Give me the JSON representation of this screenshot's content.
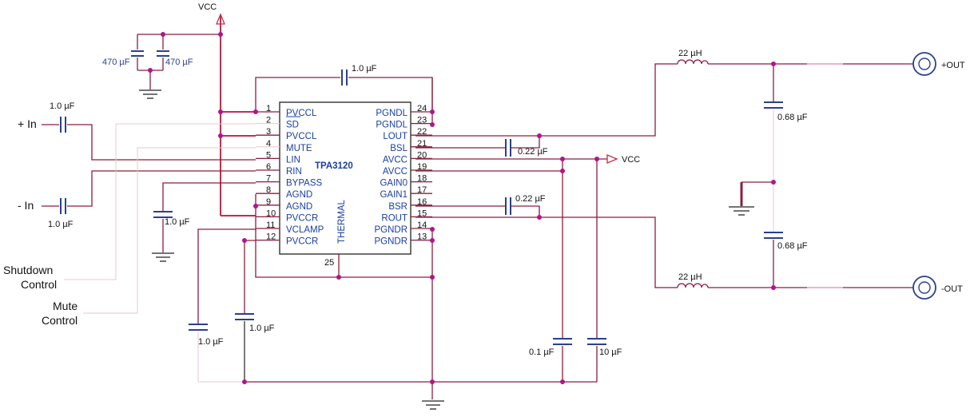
{
  "supply": {
    "vcc_top": "VCC",
    "vcc_right": "VCC"
  },
  "chip": {
    "name": "TPA3120",
    "thermal_label": "THERMAL",
    "thermal_pin": "25",
    "left_pins": [
      {
        "num": "1",
        "name": "PVCCL"
      },
      {
        "num": "2",
        "name": "SD"
      },
      {
        "num": "3",
        "name": "PVCCL"
      },
      {
        "num": "4",
        "name": "MUTE"
      },
      {
        "num": "5",
        "name": "LIN"
      },
      {
        "num": "6",
        "name": "RIN"
      },
      {
        "num": "7",
        "name": "BYPASS"
      },
      {
        "num": "8",
        "name": "AGND"
      },
      {
        "num": "9",
        "name": "AGND"
      },
      {
        "num": "10",
        "name": "PVCCR"
      },
      {
        "num": "11",
        "name": "VCLAMP"
      },
      {
        "num": "12",
        "name": "PVCCR"
      }
    ],
    "right_pins": [
      {
        "num": "24",
        "name": "PGNDL"
      },
      {
        "num": "23",
        "name": "PGNDL"
      },
      {
        "num": "22",
        "name": "LOUT"
      },
      {
        "num": "21",
        "name": "BSL"
      },
      {
        "num": "20",
        "name": "AVCC"
      },
      {
        "num": "19",
        "name": "AVCC"
      },
      {
        "num": "18",
        "name": "GAIN0"
      },
      {
        "num": "17",
        "name": "GAIN1"
      },
      {
        "num": "16",
        "name": "BSR"
      },
      {
        "num": "15",
        "name": "ROUT"
      },
      {
        "num": "14",
        "name": "PGNDR"
      },
      {
        "num": "13",
        "name": "PGNDR"
      }
    ]
  },
  "components": {
    "c_bulk_left": "470 µF",
    "c_bulk_right": "470 µF",
    "c_pvcc_top": "1.0 µF",
    "c_in_pos": "1.0 µF",
    "c_in_neg": "1.0 µF",
    "c_bypass": "1.0 µF",
    "c_pvccr": "1.0 µF",
    "c_vclamp": "1.0 µF",
    "c_bsl": "0.22 µF",
    "c_bsr": "0.22 µF",
    "c_avcc_small": "0.1 µF",
    "c_avcc_big": "10 µF",
    "l_top": "22 µH",
    "l_bot": "22 µH",
    "c_out_top": "0.68 µF",
    "c_out_bot": "0.68 µF"
  },
  "io": {
    "in_pos": "+ In",
    "in_neg": "- In",
    "shutdown_line1": "Shutdown",
    "shutdown_line2": "Control",
    "mute_line1": "Mute",
    "mute_line2": "Control",
    "out_pos": "+OUT",
    "out_neg": "-OUT"
  }
}
